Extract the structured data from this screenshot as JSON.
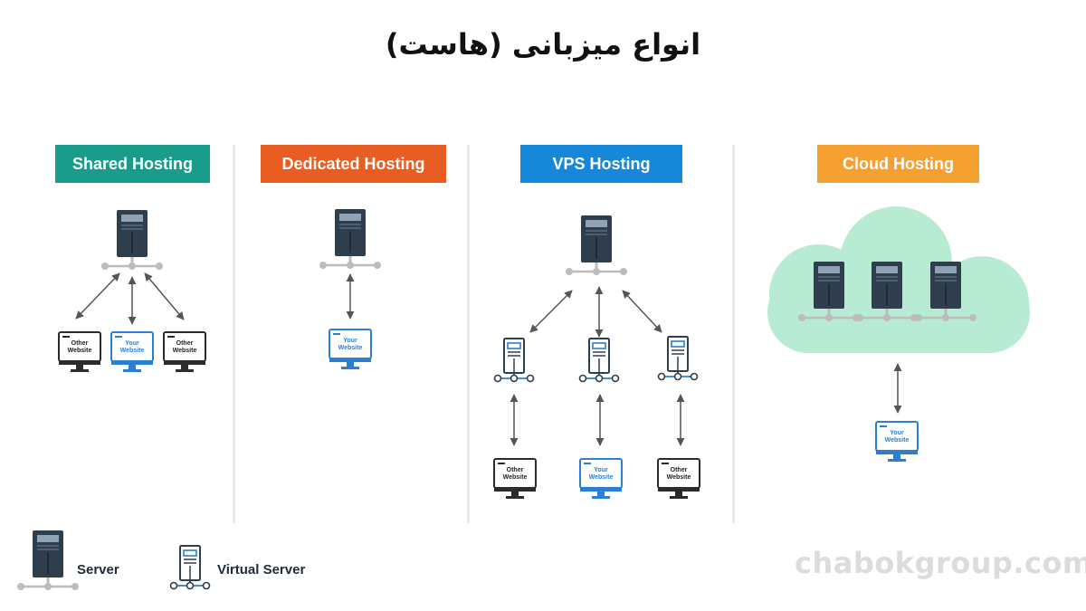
{
  "title": "انواع میزبانی (هاست)",
  "columns": [
    {
      "id": "shared",
      "label": "Shared Hosting",
      "color": "#1a9c8a"
    },
    {
      "id": "dedicated",
      "label": "Dedicated Hosting",
      "color": "#e85d22"
    },
    {
      "id": "vps",
      "label": "VPS Hosting",
      "color": "#1687d9"
    },
    {
      "id": "cloud",
      "label": "Cloud Hosting",
      "color": "#f5a030"
    }
  ],
  "website_labels": {
    "other_line1": "Other",
    "your_line1": "Your",
    "line2": "Website"
  },
  "legend": {
    "server": "Server",
    "virtual_server": "Virtual Server"
  },
  "watermark": "chabokgroup.com",
  "colors": {
    "server_dark": "#2f3e4d",
    "server_screen": "#8fa3b6",
    "node_gray": "#bcbcbc",
    "monitor_blue": "#2a7fd4",
    "monitor_dark": "#2b2b2b",
    "cloud_fill": "#b8ebd4",
    "arrow": "#555555"
  }
}
